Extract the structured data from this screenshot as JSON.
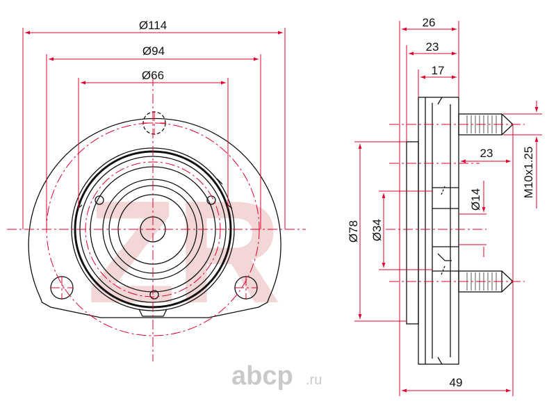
{
  "colors": {
    "outline": "#111111",
    "dimension": "#e4002b",
    "center_line": "#e4002b",
    "watermark": "#f3d6d6",
    "brand_mark": "#c9c9c9"
  },
  "watermark": {
    "text": "ZR"
  },
  "brand": {
    "name": "abcp",
    "suffix": ".ru"
  },
  "front_view": {
    "dims": {
      "d114": "Ø114",
      "d94": "Ø94",
      "d66": "Ø66"
    }
  },
  "side_view": {
    "dims": {
      "w26": "26",
      "w23_top": "23",
      "w17": "17",
      "w23_stud": "23",
      "thread": "M10x1.25",
      "d14": "Ø14",
      "d34": "Ø34",
      "d78": "Ø78",
      "w49": "49"
    }
  }
}
